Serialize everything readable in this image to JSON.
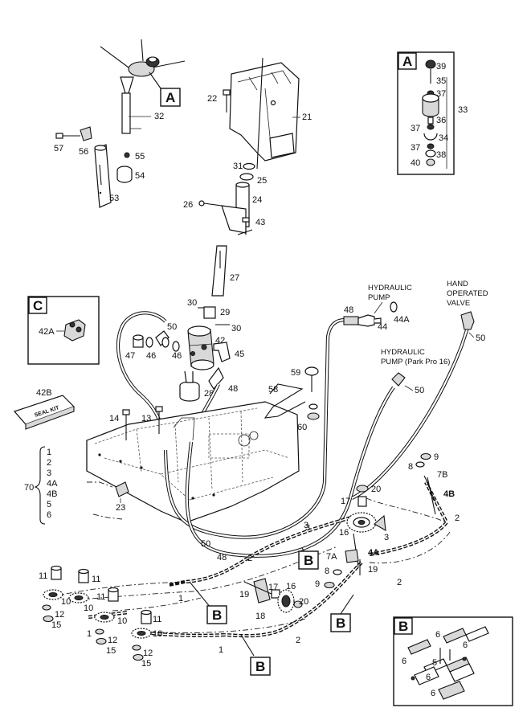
{
  "figure": "steering-and-hydraulic-parts-diagram",
  "colors": {
    "ink": "#111111",
    "shade": "#d8d8d8",
    "background": "#ffffff"
  },
  "callouts": {
    "A_top": "A",
    "B_1": "B",
    "B_2": "B",
    "B_3": "B",
    "B_4": "B",
    "B_5": "B"
  },
  "detail_boxes": {
    "A": {
      "letter": "A",
      "items": [
        "39",
        "35",
        "37",
        "33",
        "36",
        "37",
        "34",
        "37",
        "38",
        "40"
      ]
    },
    "B": {
      "letter": "B",
      "items": [
        "6",
        "6",
        "5",
        "6",
        "6",
        "6"
      ]
    },
    "C": {
      "letter": "C",
      "items": [
        "42A"
      ]
    }
  },
  "captions": {
    "hydraulic_pump": [
      "HYDRAULIC",
      "PUMP"
    ],
    "hand_valve": [
      "HAND",
      "OPERATED",
      "VALVE"
    ],
    "pump_park_pro": [
      "HYDRAULIC",
      "PUMP (Park Pro 16)"
    ],
    "seal_kit_label": "42B",
    "seal_kit_text": "SEAL KIT"
  },
  "kit_70": {
    "label": "70",
    "items": [
      "1",
      "2",
      "3",
      "4A",
      "4B",
      "5",
      "6"
    ]
  },
  "labels": {
    "l32": "32",
    "l57": "57",
    "l56": "56",
    "l55": "55",
    "l54": "54",
    "l53": "53",
    "l22": "22",
    "l21": "21",
    "l31": "31",
    "l25": "25",
    "l26": "26",
    "l24": "24",
    "l43": "43",
    "l27": "27",
    "l30a": "30",
    "l29": "29",
    "l30b": "30",
    "l50a": "50",
    "l42": "42",
    "l47": "47",
    "l46a": "46",
    "l46b": "46",
    "l45": "45",
    "l28": "28",
    "l48a": "48",
    "l48b": "48",
    "l44": "44",
    "l44a": "44A",
    "l50b": "50",
    "l50c": "50",
    "l59": "59",
    "l58": "58",
    "l60": "60",
    "l14": "14",
    "l13": "13",
    "l23": "23",
    "l9a": "9",
    "l8a": "8",
    "l7b": "7B",
    "l4b": "4B",
    "l2a": "2",
    "l20a": "20",
    "l17a": "17",
    "l3a": "3",
    "l16a": "16",
    "l3b": "3",
    "l4a": "4A",
    "l7a": "7A",
    "l8b": "8",
    "l9b": "9",
    "l19a": "19",
    "l50d": "50",
    "l48c": "48",
    "l2b": "2",
    "l3c": "3",
    "l2c": "2",
    "l11a": "11",
    "l11b": "11",
    "l11c": "11",
    "l11d": "11",
    "l10a": "10",
    "l10b": "10",
    "l10c": "10",
    "l10d": "10",
    "l12a": "12",
    "l12b": "12",
    "l12c": "12",
    "l15a": "15",
    "l15b": "15",
    "l15c": "15",
    "l1a": "1",
    "l1b": "1",
    "l1c": "1",
    "l19b": "19",
    "l17b": "17",
    "l16b": "16",
    "l20b": "20",
    "l18": "18",
    "l2d": "2"
  }
}
